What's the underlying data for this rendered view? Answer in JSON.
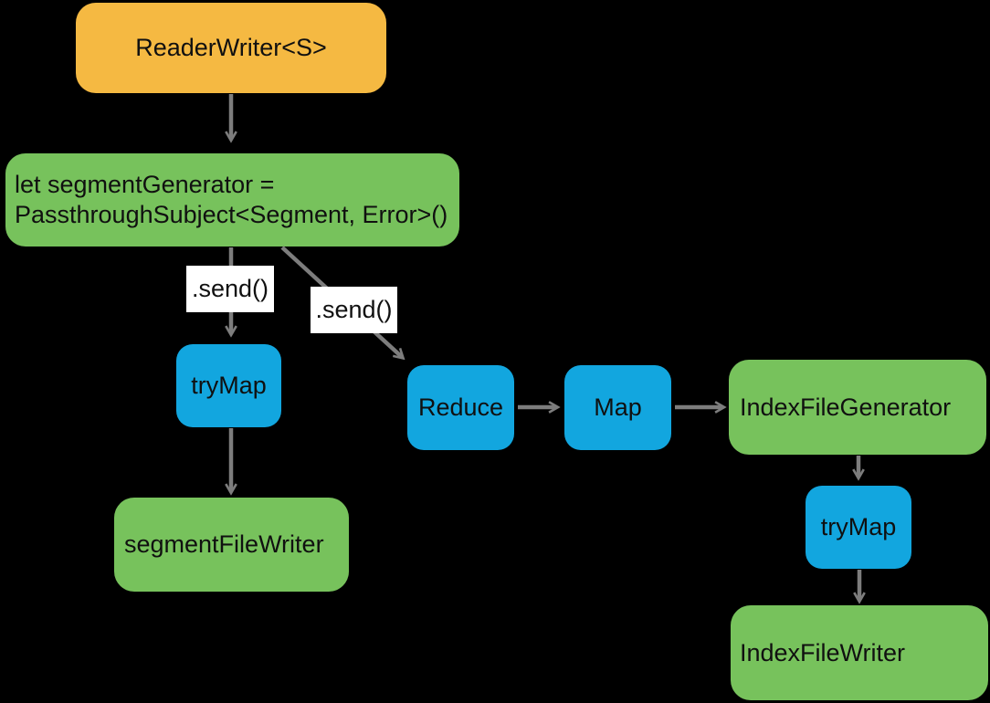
{
  "diagram": {
    "title": "Combine pipeline: segment and index file generation",
    "colors": {
      "background": "#000000",
      "source_node": "#F5B942",
      "code_node": "#77C25C",
      "operator_node": "#12A6DF",
      "arrow": "#7D7D7D",
      "edge_label_background": "#FFFFFF",
      "text": "#101010"
    },
    "nodes": {
      "reader_writer": {
        "label": "ReaderWriter<S>",
        "color": "#F5B942"
      },
      "segment_generator": {
        "label": "let segmentGenerator =\nPassthroughSubject<Segment, Error>()",
        "color": "#77C25C"
      },
      "try_map_1": {
        "label": "tryMap",
        "color": "#12A6DF"
      },
      "segment_file_writer": {
        "label": "segmentFileWriter",
        "color": "#77C25C"
      },
      "reduce": {
        "label": "Reduce",
        "color": "#12A6DF"
      },
      "map": {
        "label": "Map",
        "color": "#12A6DF"
      },
      "index_file_generator": {
        "label": "IndexFileGenerator",
        "color": "#77C25C"
      },
      "try_map_2": {
        "label": "tryMap",
        "color": "#12A6DF"
      },
      "index_file_writer": {
        "label": "IndexFileWriter",
        "color": "#77C25C"
      }
    },
    "edge_labels": {
      "send_1": ".send()",
      "send_2": ".send()"
    },
    "edges": [
      {
        "from": "ReaderWriter<S>",
        "to": "segmentGenerator"
      },
      {
        "from": "segmentGenerator",
        "to": "tryMap",
        "label": ".send()"
      },
      {
        "from": "segmentGenerator",
        "to": "Reduce",
        "label": ".send()"
      },
      {
        "from": "tryMap",
        "to": "segmentFileWriter"
      },
      {
        "from": "Reduce",
        "to": "Map"
      },
      {
        "from": "Map",
        "to": "IndexFileGenerator"
      },
      {
        "from": "IndexFileGenerator",
        "to": "tryMap (2)"
      },
      {
        "from": "tryMap (2)",
        "to": "IndexFileWriter"
      }
    ]
  }
}
